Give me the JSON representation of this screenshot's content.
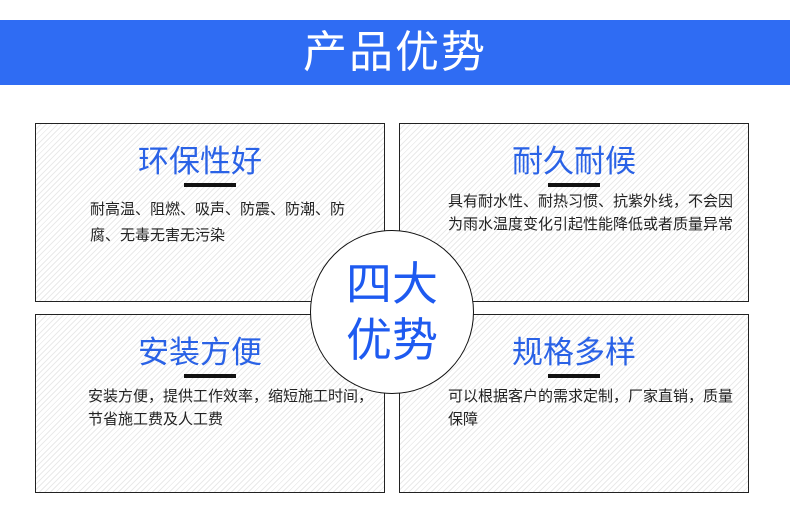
{
  "banner": {
    "title": "产品优势"
  },
  "center": {
    "line1": "四大",
    "line2": "优势"
  },
  "cards": [
    {
      "title": "环保性好",
      "text": "耐高温、阻燃、吸声、防震、防潮、防腐、无毒无害无污染"
    },
    {
      "title": "耐久耐候",
      "text": "具有耐水性、耐热习惯、抗紫外线，不会因为雨水温度变化引起性能降低或者质量异常"
    },
    {
      "title": "安装方便",
      "text": "安装方便，提供工作效率，缩短施工时间，节省施工费及人工费"
    },
    {
      "title": "规格多样",
      "text": "可以根据客户的需求定制，厂家直销，质量保障"
    }
  ],
  "colors": {
    "banner": "#2f6cf3",
    "title": "#2a62e6"
  }
}
